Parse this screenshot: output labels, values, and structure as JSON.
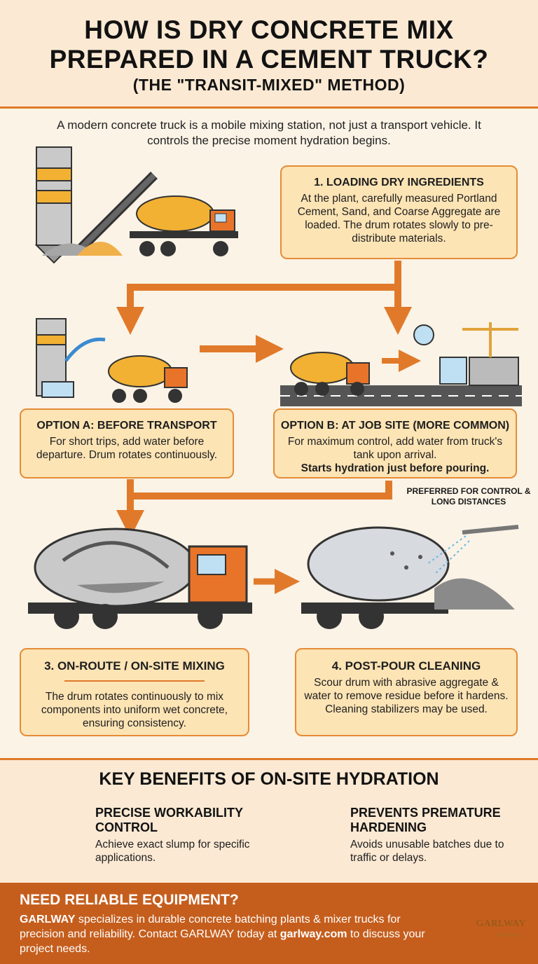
{
  "header": {
    "title_line1": "HOW IS DRY CONCRETE MIX",
    "title_line2": "PREPARED IN A CEMENT TRUCK?",
    "subtitle": "(THE \"TRANSIT-MIXED\" METHOD)"
  },
  "intro": "A modern concrete truck is a mobile mixing station, not just a transport vehicle. It controls the precise moment hydration begins.",
  "steps": {
    "loading": {
      "title": "1. LOADING DRY INGREDIENTS",
      "body": "At the plant, carefully measured Portland Cement, Sand, and Coarse Aggregate are loaded. The drum rotates slowly to pre-distribute materials."
    },
    "option_a": {
      "title": "OPTION A: BEFORE TRANSPORT",
      "body": "For short trips, add water before departure. Drum rotates continuously."
    },
    "option_b": {
      "title": "OPTION B: AT JOB SITE (MORE COMMON)",
      "body": "For maximum control, add water from truck's tank upon arrival.",
      "emphasis": "Starts hydration just before pouring."
    },
    "preferred_note": "PREFERRED FOR CONTROL & LONG DISTANCES",
    "mixing": {
      "title": "3. ON-ROUTE / ON-SITE MIXING",
      "body": "The drum rotates continuously to mix components into uniform wet concrete, ensuring consistency."
    },
    "cleaning": {
      "title": "4. POST-POUR CLEANING",
      "body": "Scour drum with abrasive aggregate & water to remove residue before it hardens. Cleaning stabilizers may be used."
    }
  },
  "benefits": {
    "title": "KEY BENEFITS OF ON-SITE HYDRATION",
    "items": [
      {
        "title": "PRECISE WORKABILITY CONTROL",
        "text": "Achieve exact slump for specific applications.",
        "icon": "trowel-icon"
      },
      {
        "title": "PREVENTS PREMATURE HARDENING",
        "text": "Avoids unusable batches due to traffic or delays.",
        "icon": "clock-prohibited-icon"
      }
    ]
  },
  "footer": {
    "title": "NEED RELIABLE EQUIPMENT?",
    "brand": "GARLWAY",
    "text_after_brand": " specializes in durable concrete batching plants & mixer trucks for precision and reliability. Contact GARLWAY today at ",
    "url": "garlway.com",
    "text_end": " to discuss your project needs.",
    "logo_name": "GARLWAY",
    "logo_sub": "Machinery"
  },
  "colors": {
    "accent_orange": "#e07a2a",
    "box_fill": "#fde4b5",
    "header_bg": "#fbe9d3",
    "footer_bg": "#c55e1d",
    "truck_yellow": "#f2b133",
    "cab_orange": "#e8742a"
  }
}
